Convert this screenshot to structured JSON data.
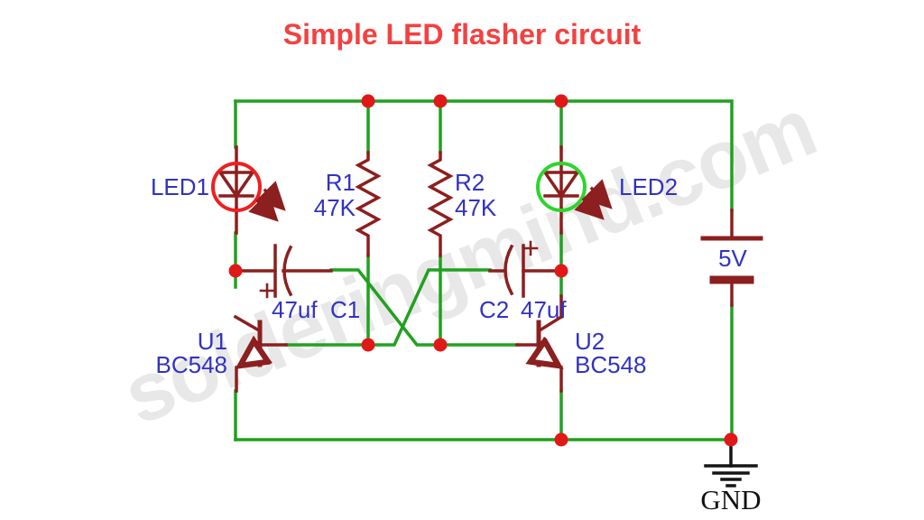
{
  "title": "Simple LED flasher circuit",
  "watermark": "solderingmind.com",
  "colors": {
    "title_red": "#f34141",
    "wire_green": "#21a121",
    "component_maroon": "#8c1f1f",
    "junction_red": "#e01818",
    "label_blue": "#3232c2",
    "led1_ring": "#ee2020",
    "led2_ring": "#2dd52d",
    "ground_black": "#151515"
  },
  "components": {
    "led1": {
      "ref": "LED1"
    },
    "led2": {
      "ref": "LED2"
    },
    "r1": {
      "ref": "R1",
      "value": "47K"
    },
    "r2": {
      "ref": "R2",
      "value": "47K"
    },
    "c1": {
      "ref": "C1",
      "value": "47uf"
    },
    "c2": {
      "ref": "C2",
      "value": "47uf"
    },
    "u1": {
      "ref": "U1",
      "value": "BC548"
    },
    "u2": {
      "ref": "U2",
      "value": "BC548"
    },
    "battery": {
      "value": "5V"
    },
    "ground": {
      "label": "GND"
    }
  }
}
